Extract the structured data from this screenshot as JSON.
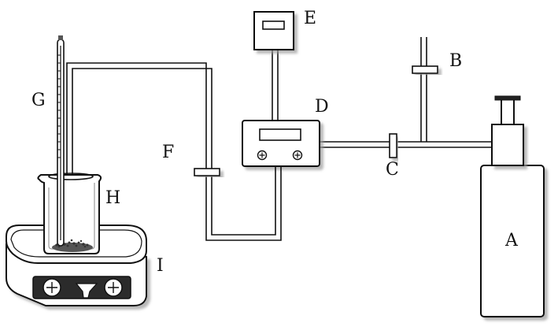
{
  "labels": {
    "A": "A",
    "B": "B",
    "C": "C",
    "D": "D",
    "E": "E",
    "F": "F",
    "G": "G",
    "H": "H",
    "I": "I"
  },
  "colors": {
    "line": "#111111",
    "shadow": "#b5b5b5",
    "fill": "#ffffff",
    "dark": "#222222"
  }
}
